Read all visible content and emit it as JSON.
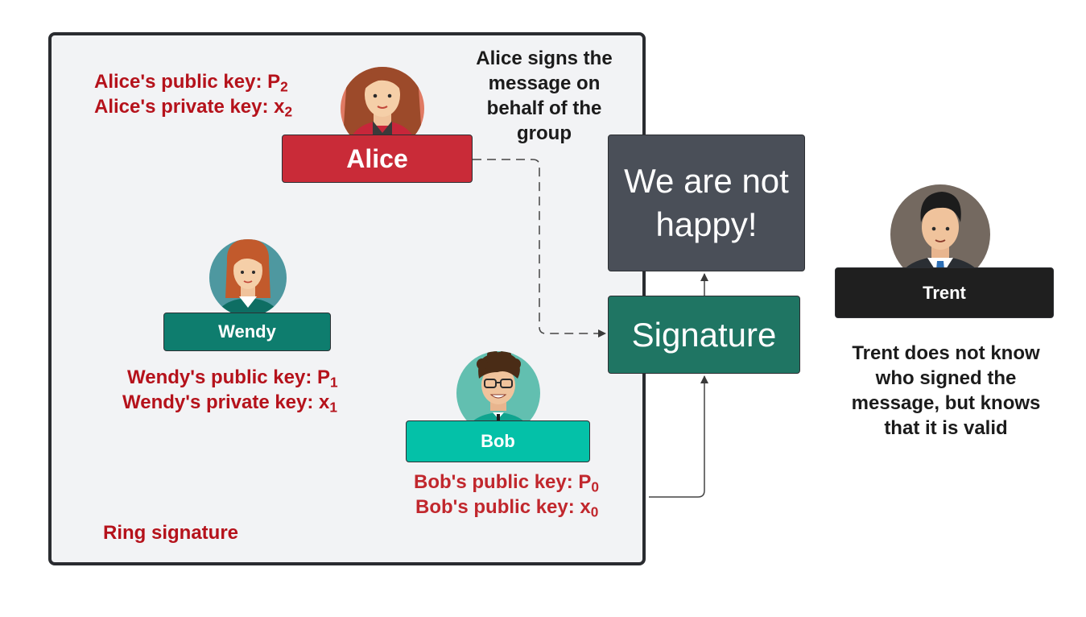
{
  "ring_label": "Ring signature",
  "caption_alice": "Alice signs the message on behalf of the group",
  "caption_trent": "Trent does not know who signed the message, but knows that it is valid",
  "people": {
    "alice": {
      "name": "Alice",
      "public_key_label": "Alice's public key: P",
      "public_key_sub": "2",
      "private_key_label": "Alice's private key: x",
      "private_key_sub": "2"
    },
    "wendy": {
      "name": "Wendy",
      "public_key_label": "Wendy's public key: P",
      "public_key_sub": "1",
      "private_key_label": "Wendy's private key: x",
      "private_key_sub": "1"
    },
    "bob": {
      "name": "Bob",
      "public_key_label": "Bob's public key: P",
      "public_key_sub": "0",
      "private_key_label": "Bob's public key: x",
      "private_key_sub": "0"
    },
    "trent": {
      "name": "Trent"
    }
  },
  "message": "We are not happy!",
  "signature": "Signature",
  "colors": {
    "alice": "#c92b38",
    "wendy": "#0e7d6e",
    "bob": "#04c1a8",
    "trent": "#1f1f1f",
    "message_box": "#4a4f58",
    "signature_box": "#1f7563",
    "key_text": "#b5121b"
  }
}
